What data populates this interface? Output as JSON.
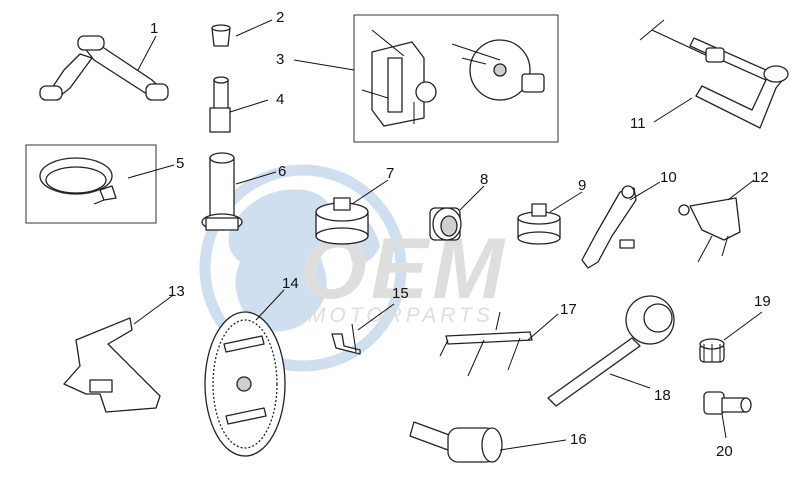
{
  "watermark": {
    "brand": "OEM",
    "tagline": "MOTORPARTS",
    "colors": {
      "globe": "#a9c6e3",
      "text": "#c4c4c4"
    }
  },
  "callouts": [
    "1",
    "2",
    "3",
    "4",
    "5",
    "6",
    "7",
    "8",
    "9",
    "10",
    "11",
    "12",
    "13",
    "14",
    "15",
    "16",
    "17",
    "18",
    "19",
    "20"
  ]
}
